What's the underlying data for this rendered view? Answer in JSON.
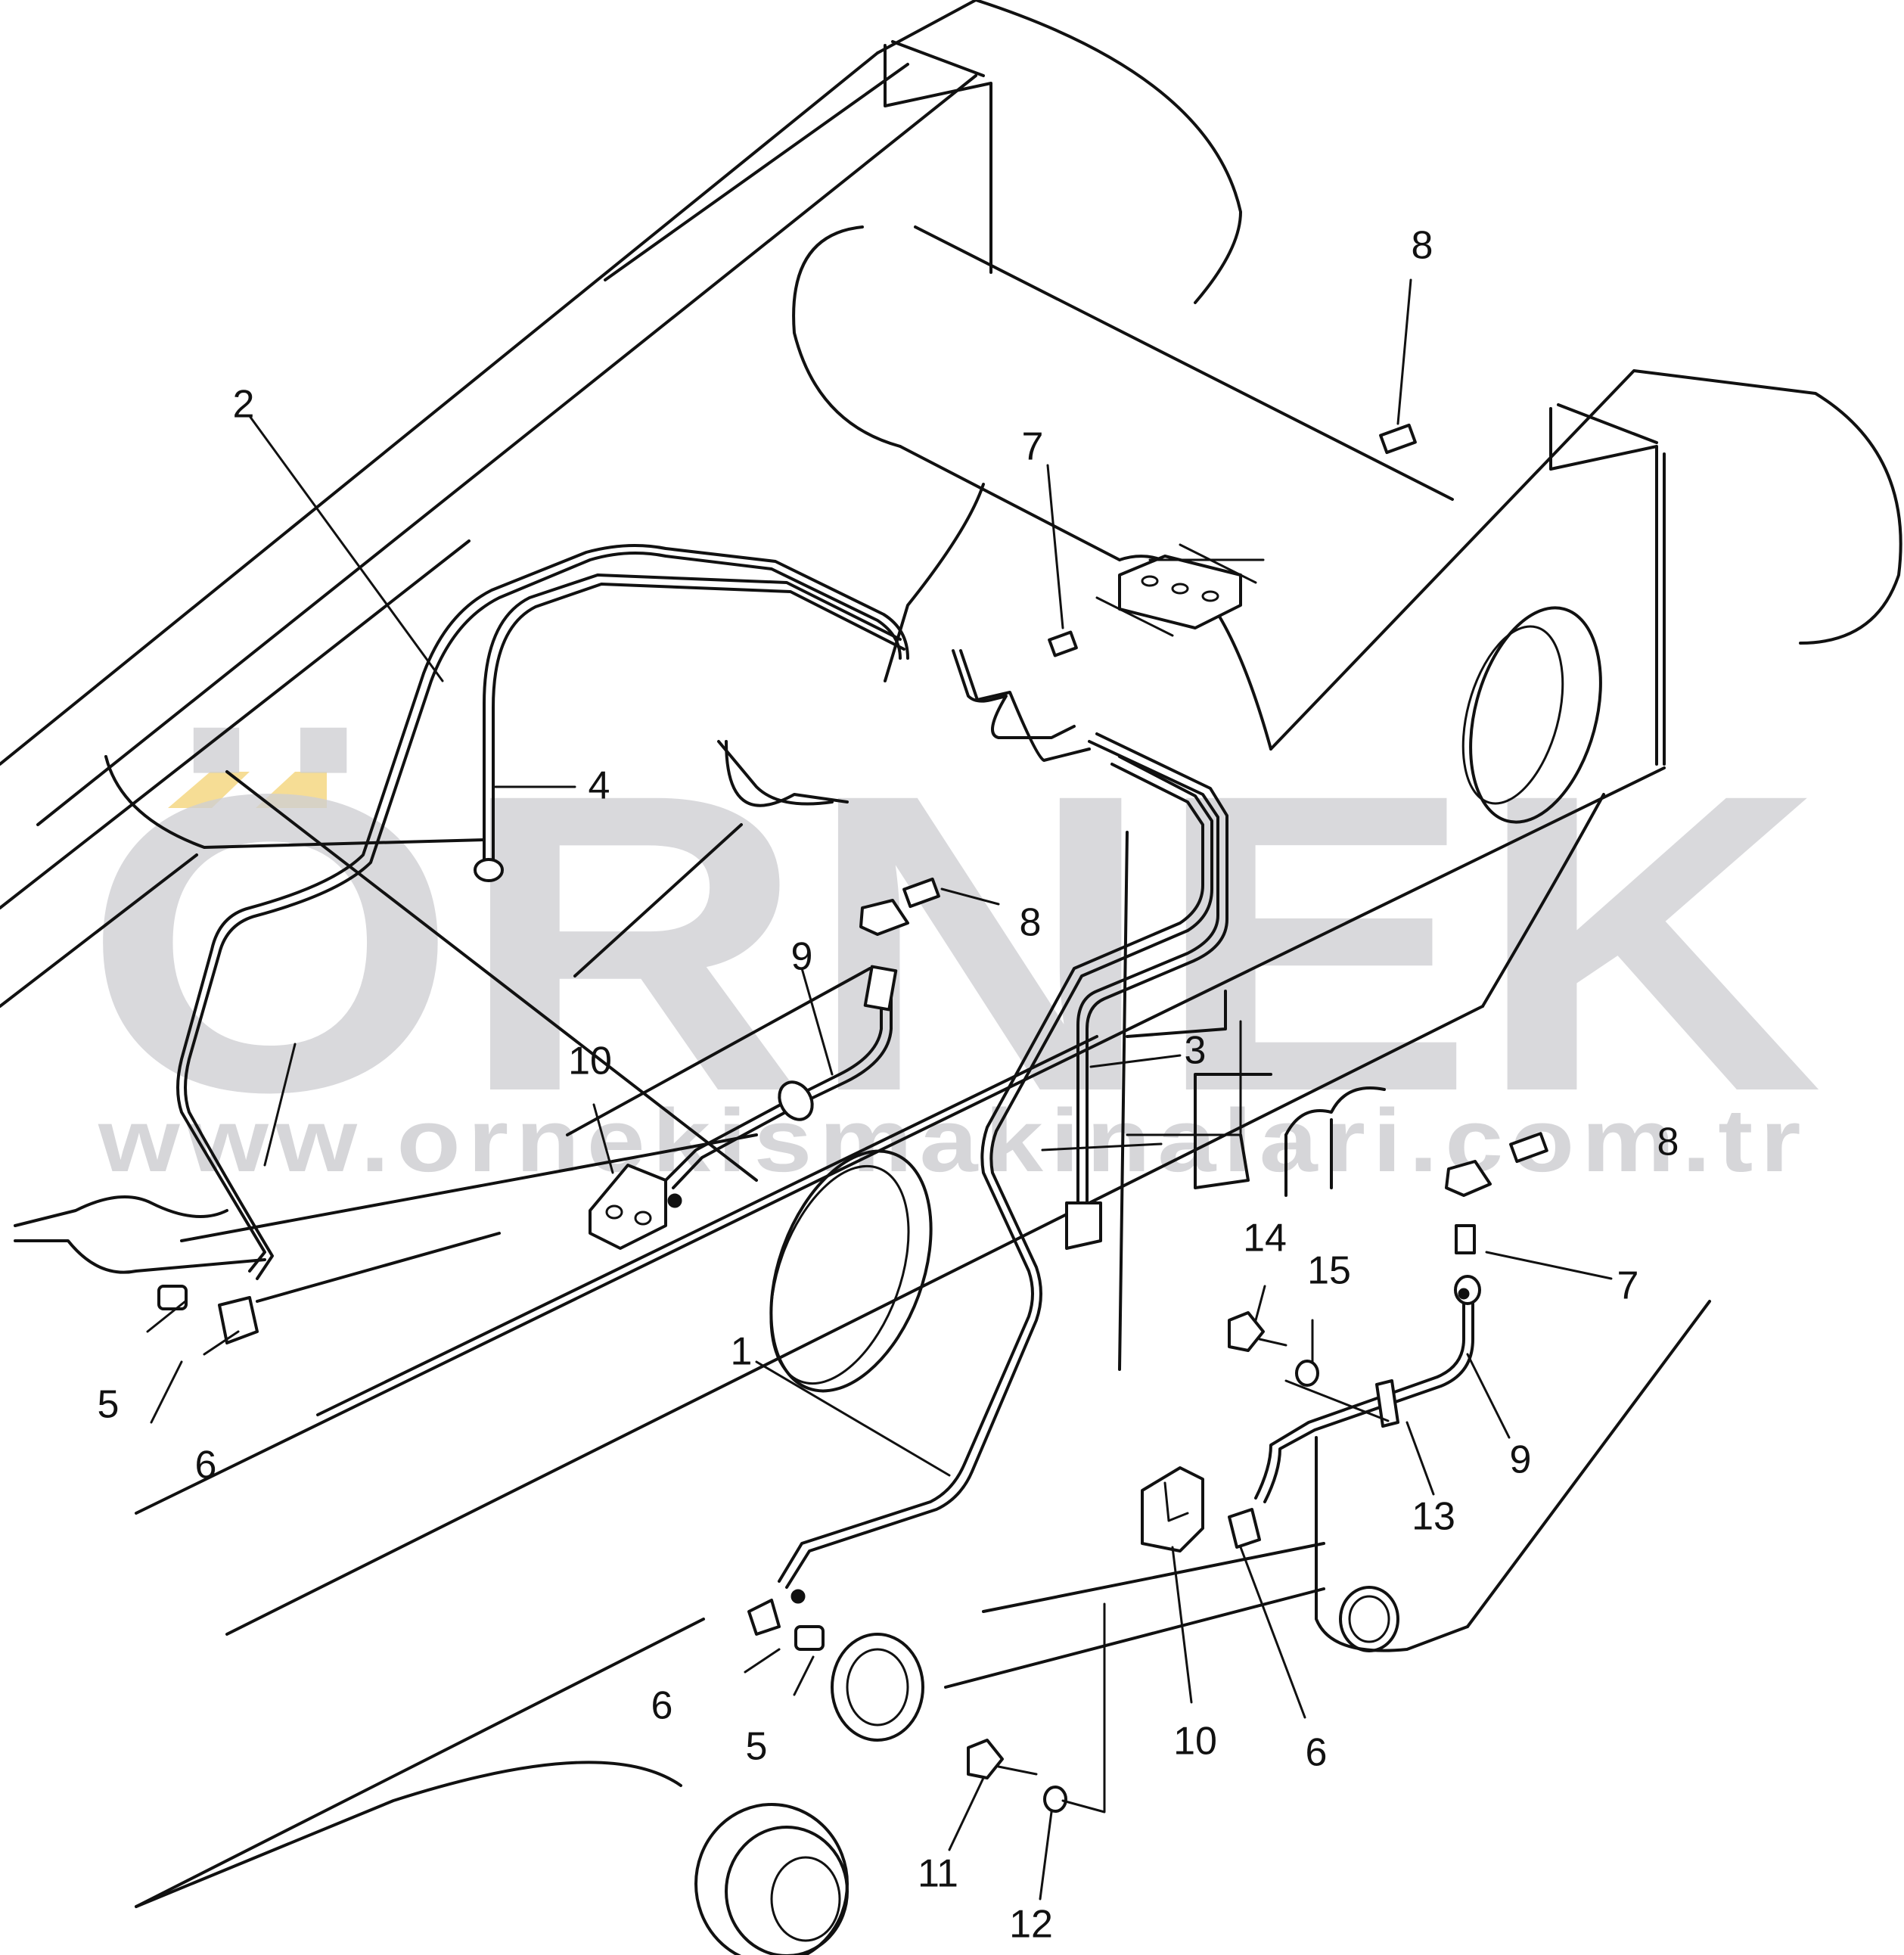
{
  "watermark": {
    "logo_text": "ÖRNEK",
    "url_text": "www.ornekismakinalari.com.tr",
    "logo_color": "#cfcfd3",
    "accent_color": "#f5d98a"
  },
  "callouts": [
    {
      "id": "c1",
      "label": "1"
    },
    {
      "id": "c2",
      "label": "2"
    },
    {
      "id": "c3",
      "label": "3"
    },
    {
      "id": "c4",
      "label": "4"
    },
    {
      "id": "c5a",
      "label": "5"
    },
    {
      "id": "c5b",
      "label": "5"
    },
    {
      "id": "c6a",
      "label": "6"
    },
    {
      "id": "c6b",
      "label": "6"
    },
    {
      "id": "c6c",
      "label": "6"
    },
    {
      "id": "c7a",
      "label": "7"
    },
    {
      "id": "c7b",
      "label": "7"
    },
    {
      "id": "c8a",
      "label": "8"
    },
    {
      "id": "c8b",
      "label": "8"
    },
    {
      "id": "c8c",
      "label": "8"
    },
    {
      "id": "c9a",
      "label": "9"
    },
    {
      "id": "c9b",
      "label": "9"
    },
    {
      "id": "c10a",
      "label": "10"
    },
    {
      "id": "c10b",
      "label": "10"
    },
    {
      "id": "c11",
      "label": "11"
    },
    {
      "id": "c12",
      "label": "12"
    },
    {
      "id": "c13",
      "label": "13"
    },
    {
      "id": "c14",
      "label": "14"
    },
    {
      "id": "c15",
      "label": "15"
    }
  ]
}
